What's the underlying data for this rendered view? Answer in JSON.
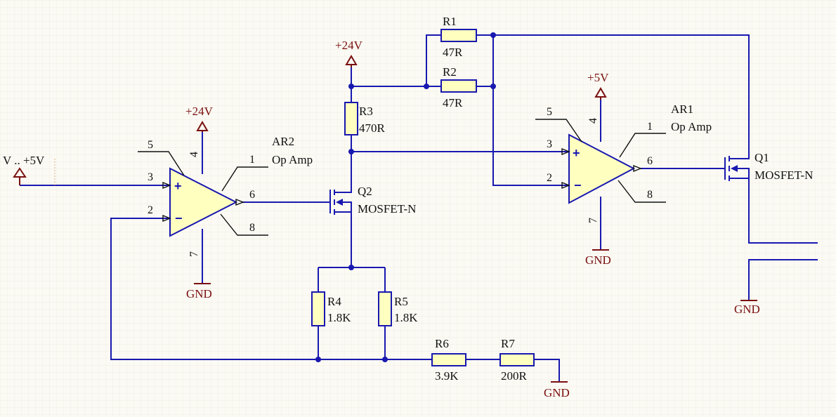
{
  "theme": {
    "background": "#fbfaf4",
    "grid": "#ece8dc",
    "wire": "#1818b0",
    "component_fill": "#ffffc0",
    "power_label": "#7a1010",
    "text": "#111111"
  },
  "input": {
    "label": "V .. +5V"
  },
  "power": {
    "vcc_ar2": "+24V",
    "vcc_q2": "+24V",
    "vcc_ar1": "+5V",
    "gnd_ar2": "GND",
    "gnd_ar1": "GND",
    "gnd_q1": "GND",
    "gnd_r7": "GND"
  },
  "ar2": {
    "designator": "AR2",
    "type": "Op Amp",
    "pins": {
      "p1": "1",
      "p2": "2",
      "p3": "3",
      "p4": "4",
      "p5": "5",
      "p6": "6",
      "p7": "7",
      "p8": "8"
    },
    "plus": "+",
    "minus": "−"
  },
  "ar1": {
    "designator": "AR1",
    "type": "Op Amp",
    "pins": {
      "p1": "1",
      "p2": "2",
      "p3": "3",
      "p4": "4",
      "p5": "5",
      "p6": "6",
      "p7": "7",
      "p8": "8"
    },
    "plus": "+",
    "minus": "−"
  },
  "q1": {
    "designator": "Q1",
    "type": "MOSFET-N"
  },
  "q2": {
    "designator": "Q2",
    "type": "MOSFET-N"
  },
  "resistors": {
    "r1": {
      "designator": "R1",
      "value": "47R"
    },
    "r2": {
      "designator": "R2",
      "value": "47R"
    },
    "r3": {
      "designator": "R3",
      "value": "470R"
    },
    "r4": {
      "designator": "R4",
      "value": "1.8K"
    },
    "r5": {
      "designator": "R5",
      "value": "1.8K"
    },
    "r6": {
      "designator": "R6",
      "value": "3.9K"
    },
    "r7": {
      "designator": "R7",
      "value": "200R"
    }
  }
}
